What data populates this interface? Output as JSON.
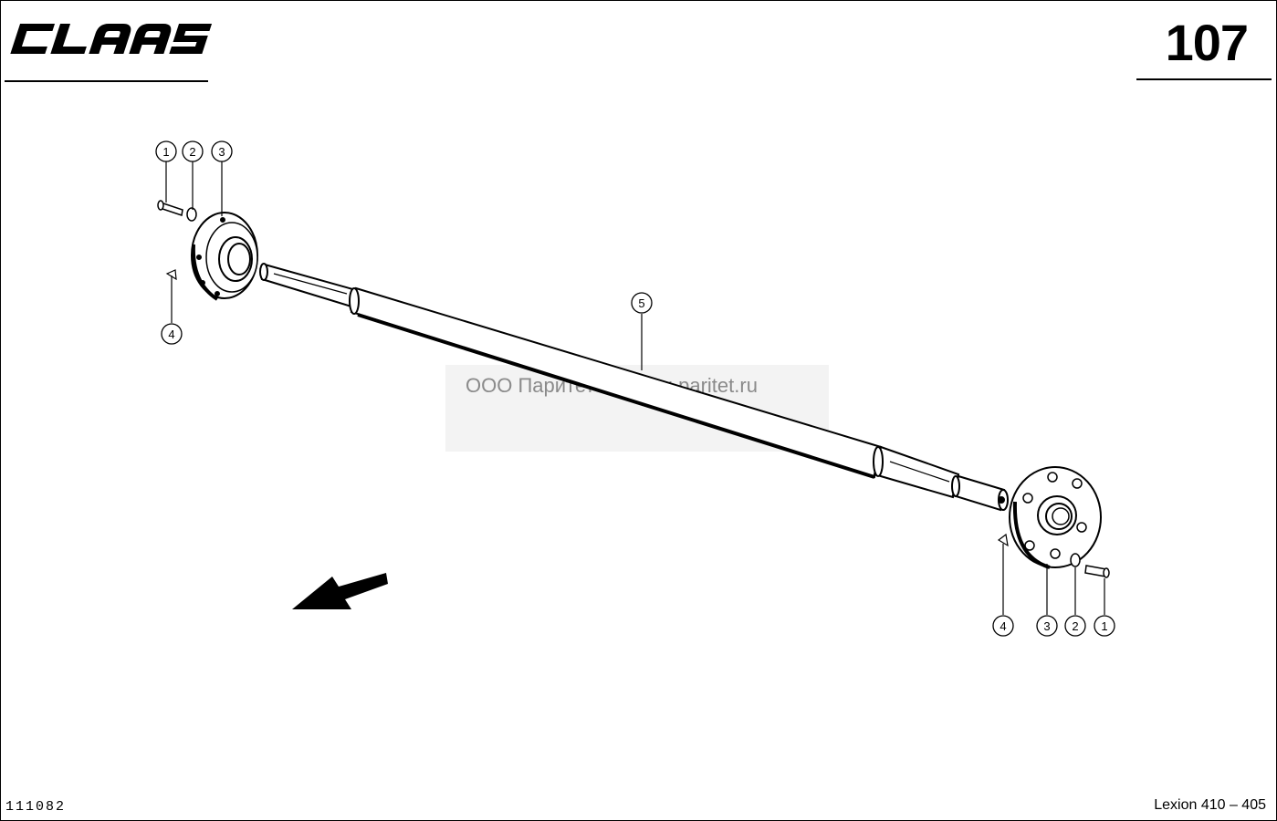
{
  "header": {
    "brand": "CLAAS",
    "page_number": "107"
  },
  "footer": {
    "drawing_id": "111082",
    "model": "Lexion 410 – 405"
  },
  "watermark": {
    "text": "ООО Паритет    rostov-paritet.ru"
  },
  "callouts": {
    "left_1": "1",
    "left_2": "2",
    "left_3": "3",
    "left_4": "4",
    "shaft_5": "5",
    "right_4": "4",
    "right_3": "3",
    "right_2": "2",
    "right_1": "1"
  }
}
